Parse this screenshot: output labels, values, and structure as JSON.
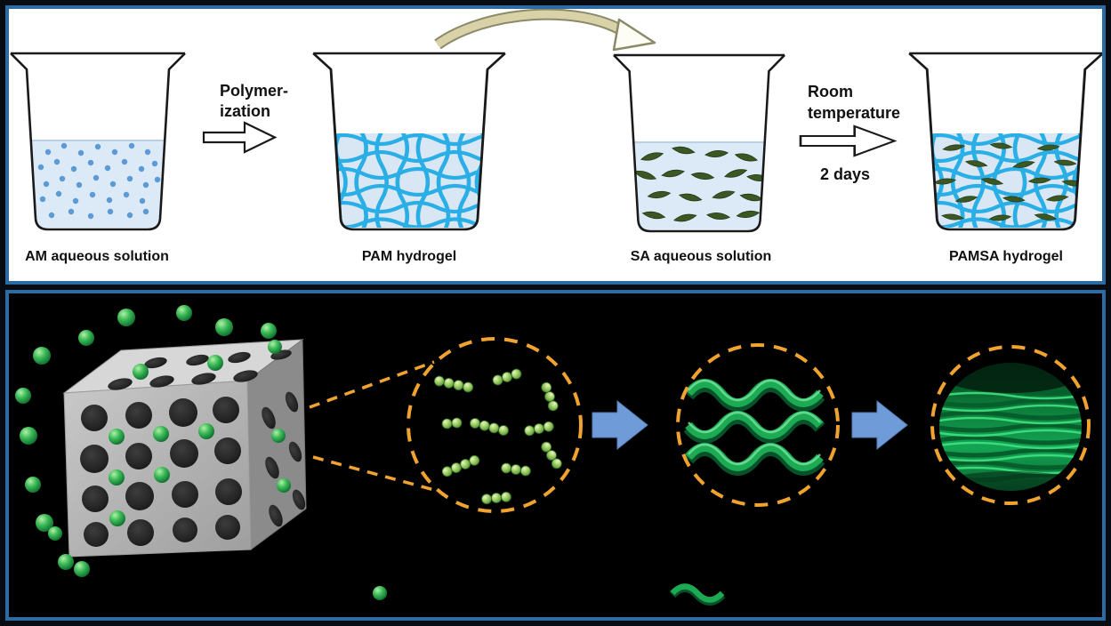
{
  "figure": {
    "top": {
      "beaker1_label": "AM aqueous solution",
      "arrow1": {
        "line1": "Polymer-",
        "line2": "ization"
      },
      "beaker2_label": "PAM hydrogel",
      "beaker3_label": "SA aqueous solution",
      "arrow2": {
        "line1": "Room",
        "line2": "temperature",
        "duration": "2 days"
      },
      "beaker4_label": "PAMSA hydrogel"
    },
    "colors": {
      "panel_border": "#2d6ca2",
      "top_background": "#ffffff",
      "bottom_background": "#000000",
      "liquid_blue": "#dce9f6",
      "monomer_dot_blue": "#5b9bd5",
      "network_blue": "#2aaee6",
      "sa_leaf_green": "#3b5724",
      "curved_arrow_tan": "#d9d1a8",
      "dashed_circle_orange": "#f0a32f",
      "process_arrow_blue": "#6f9cd9",
      "sphere_green": "#2fae4e",
      "fiber_green": "#1cab52"
    }
  }
}
